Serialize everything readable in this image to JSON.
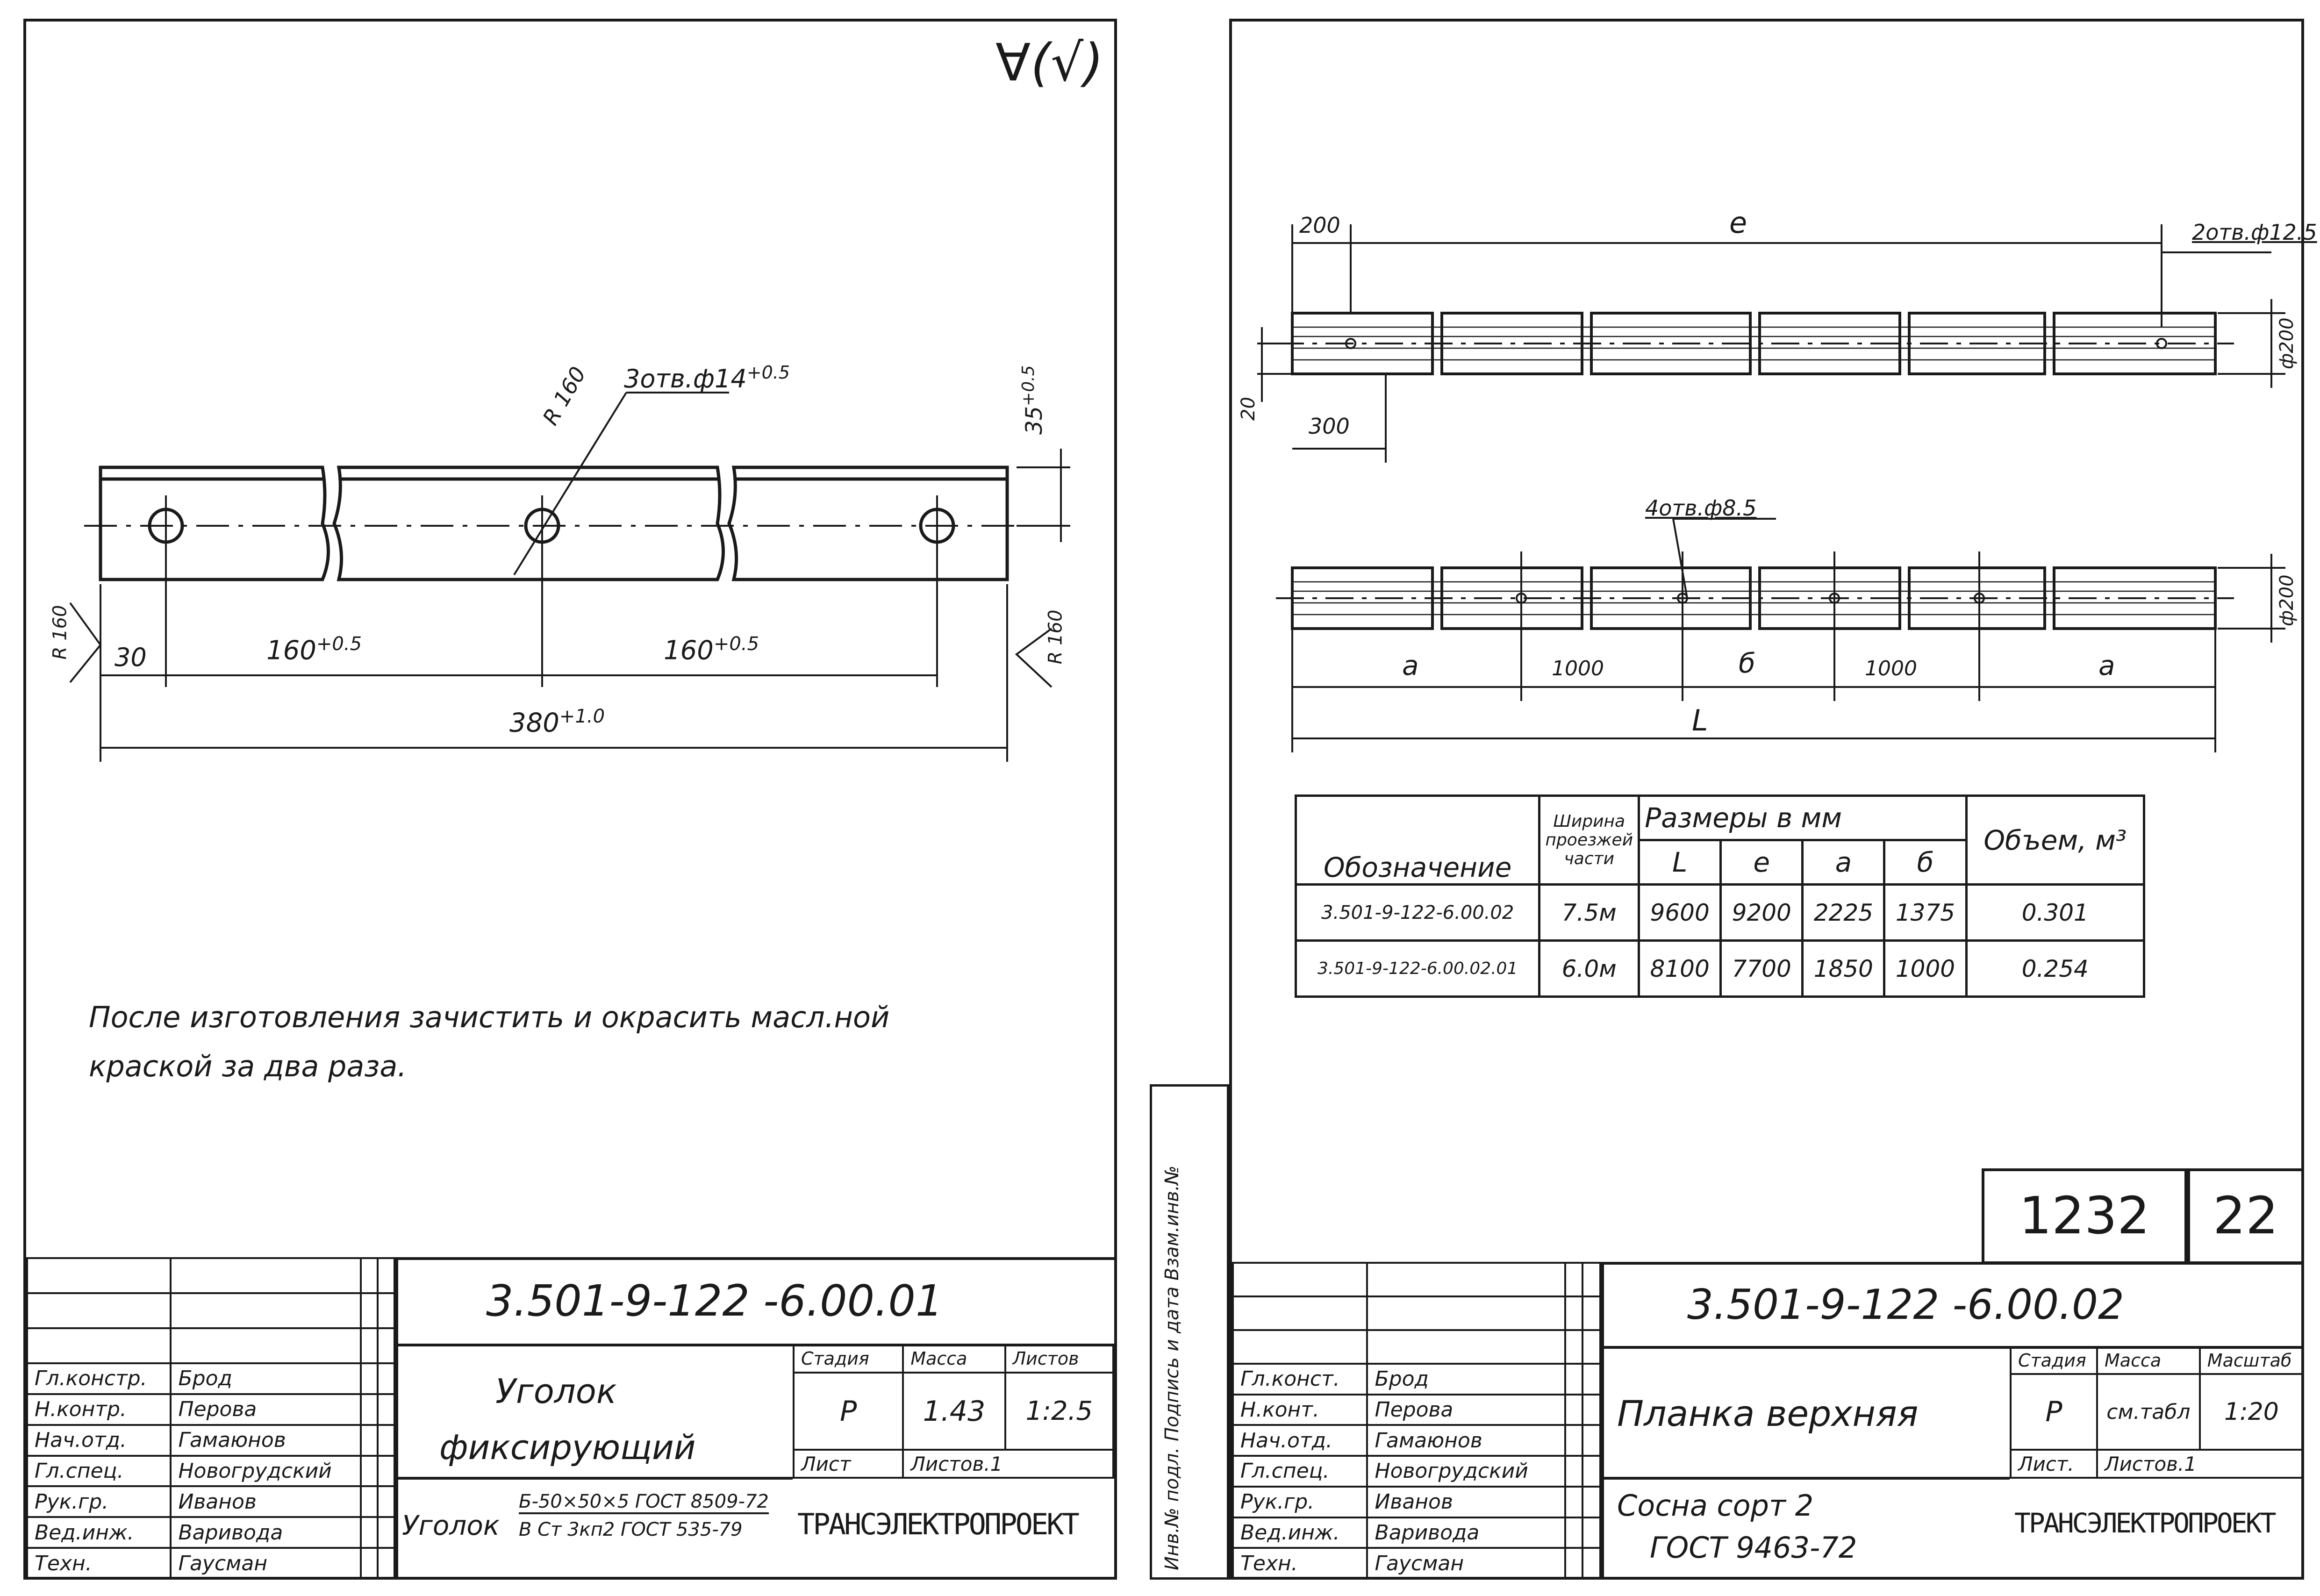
{
  "left_sheet": {
    "roughness_mark": "∀(√)",
    "dims": {
      "hole_note": "3отв.ф14",
      "hole_tol": "+0.5",
      "radius": "R 160",
      "edge": "35",
      "edge_tol": "+0.5",
      "left_radius": "R 160",
      "right_radius": "R 160",
      "offset": "30",
      "pitch1": "160",
      "pitch1_tol": "+0.5",
      "pitch2": "160",
      "pitch2_tol": "+0.5",
      "total": "380",
      "total_tol": "+1.0"
    },
    "note_line1": "После изготовления зачистить и окрасить масл.ной",
    "note_line2": "краской за два раза.",
    "title_block": {
      "doc_code": "3.501-9-122 -6.00.01",
      "name_line1": "Уголок",
      "name_line2": "фиксирующий",
      "stage_header": "Стадия",
      "mass_header": "Масса",
      "scale_header": "Листов",
      "stage": "Р",
      "mass": "1.43",
      "scale": "1:2.5",
      "sheet_label": "Лист",
      "sheets_label": "Листов.1",
      "material_label": "Уголок",
      "material_top": "Б-50×50×5 ГОСТ 8509-72",
      "material_bottom": "В Ст 3кп2 ГОСТ 535-79",
      "company": "ТРАНСЭЛЕКТРОПРОЕКТ",
      "signatures": [
        {
          "role": "Гл.констр.",
          "name": "Брод"
        },
        {
          "role": "Н.контр.",
          "name": "Перова"
        },
        {
          "role": "Нач.отд.",
          "name": "Гамаюнов"
        },
        {
          "role": "Гл.спец.",
          "name": "Новогрудский"
        },
        {
          "role": "Рук.гр.",
          "name": "Иванов"
        },
        {
          "role": "Вед.инж.",
          "name": "Варивода"
        },
        {
          "role": "Техн.",
          "name": "Гаусман"
        }
      ]
    }
  },
  "right_sheet": {
    "side_stamp": "Инв.№ подл. Подпись и дата Взам.инв.№",
    "top_dims": {
      "left_offset": "200",
      "length": "е",
      "holes_note": "2отв.ф12.5",
      "height": "ф200",
      "edge": "20",
      "inner": "300"
    },
    "bottom_dims": {
      "holes_note": "4отв.ф8.5",
      "height": "ф200",
      "a_left": "а",
      "step1": "1000",
      "b": "б",
      "step2": "1000",
      "a_right": "а",
      "total": "L"
    },
    "table": {
      "col_designation": "Обозначение",
      "col_width": "Ширина проезжей части",
      "group_dims": "Размеры в мм",
      "col_L": "L",
      "col_e": "е",
      "col_a": "а",
      "col_b": "б",
      "col_volume": "Объем, м³",
      "rows": [
        {
          "designation": "3.501-9-122-6.00.02",
          "width": "7.5м",
          "L": "9600",
          "e": "9200",
          "a": "2225",
          "b": "1375",
          "volume": "0.301"
        },
        {
          "designation": "3.501-9-122-6.00.02.01",
          "width": "6.0м",
          "L": "8100",
          "e": "7700",
          "a": "1850",
          "b": "1000",
          "volume": "0.254"
        }
      ]
    },
    "format_number": "1232",
    "sheet_number": "22",
    "title_block": {
      "doc_code": "3.501-9-122 -6.00.02",
      "name": "Планка верхняя",
      "stage_header": "Стадия",
      "mass_header": "Масса",
      "scale_header": "Масштаб",
      "stage": "Р",
      "mass": "см.табл",
      "scale": "1:20",
      "sheet_label": "Лист.",
      "sheets_label": "Листов.1",
      "material_line1": "Сосна сорт 2",
      "material_line2": "ГОСТ 9463-72",
      "company": "ТРАНСЭЛЕКТРОПРОЕКТ",
      "signatures": [
        {
          "role": "Гл.конст.",
          "name": "Брод"
        },
        {
          "role": "Н.конт.",
          "name": "Перова"
        },
        {
          "role": "Нач.отд.",
          "name": "Гамаюнов"
        },
        {
          "role": "Гл.спец.",
          "name": "Новогрудский"
        },
        {
          "role": "Рук.гр.",
          "name": "Иванов"
        },
        {
          "role": "Вед.инж.",
          "name": "Варивода"
        },
        {
          "role": "Техн.",
          "name": "Гаусман"
        }
      ]
    }
  }
}
